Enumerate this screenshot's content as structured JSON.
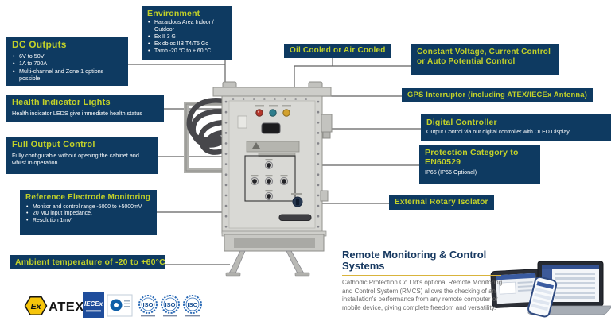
{
  "colors": {
    "box_navy": "#0e3a61",
    "accent_yellow": "#c2d129",
    "connector_line": "#626262",
    "rmcs_heading_navy": "#15375f",
    "underline_gold": "#d9b43c",
    "iecex_blue": "#1f4d9c",
    "iso_blue": "#2e6db8",
    "atex_hex_yellow": "#f6c50b"
  },
  "callouts": {
    "environment": {
      "title": "Environment",
      "bullets": [
        "Hazardous Area Indoor / Outdoor",
        "Ex II 3 G",
        "Ex db oc IIB T4/T5 Gc",
        "Tamb -20 °C to + 60 °C"
      ]
    },
    "dc_outputs": {
      "title": "DC Outputs",
      "bullets": [
        "6V to 50V",
        "1A to 700A",
        "Multi-channel and Zone 1 options possible"
      ]
    },
    "health_indicator": {
      "title": "Health Indicator Lights",
      "body": "Health indicator LEDS give immediate health status"
    },
    "full_output": {
      "title": "Full Output Control",
      "body": "Fully configurable without opening the cabinet and whilst in operation."
    },
    "reference_electrode": {
      "title": "Reference Electrode Monitoring",
      "bullets": [
        "Monitor and control range -5000 to +5000mV",
        "20 MΩ input impedance.",
        "Resolution 1mV"
      ]
    },
    "ambient": {
      "title": "Ambient temperature of -20 to +60°C"
    },
    "oil_cooled": {
      "title": "Oil Cooled or Air Cooled"
    },
    "constant_voltage": {
      "title": "Constant Voltage, Current Control or Auto Potential Control"
    },
    "gps": {
      "title": "GPS Interruptor (including ATEX/IECEx Antenna)"
    },
    "digital_controller": {
      "title": "Digital Controller",
      "body": "Output Control via our digital controller with OLED Display"
    },
    "protection_category": {
      "title": "Protection Category to EN60529",
      "body": "IP65 (IP66 Optional)"
    },
    "external_isolator": {
      "title": "External Rotary Isolator"
    }
  },
  "rmcs": {
    "title": "Remote Monitoring & Control Systems",
    "body": "Cathodic Protection Co Ltd's optional Remote Monitoring and Control System (RMCS) allows the checking of an installation's performance from any remote computer or mobile device, giving complete freedom and versatility."
  },
  "certifications": {
    "ex_mark": "Ex",
    "atex": "ATEX",
    "iecex": "IECEx",
    "iso_badges": [
      "ISO",
      "ISO",
      "ISO"
    ]
  }
}
